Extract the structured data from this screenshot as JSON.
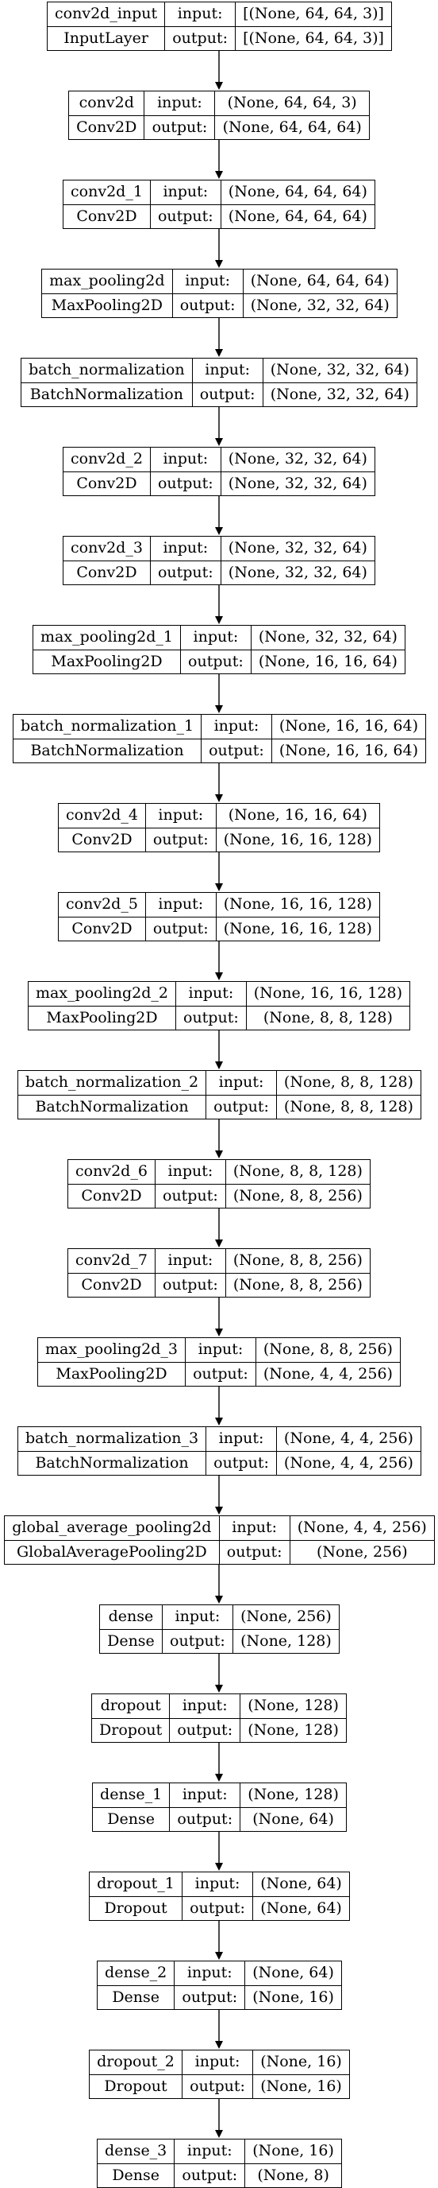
{
  "diagram": {
    "nodes": [
      {
        "name": "conv2d_input",
        "type": "InputLayer",
        "input": "[(None, 64, 64, 3)]",
        "output": "[(None, 64, 64, 3)]"
      },
      {
        "name": "conv2d",
        "type": "Conv2D",
        "input": "(None, 64, 64, 3)",
        "output": "(None, 64, 64, 64)"
      },
      {
        "name": "conv2d_1",
        "type": "Conv2D",
        "input": "(None, 64, 64, 64)",
        "output": "(None, 64, 64, 64)"
      },
      {
        "name": "max_pooling2d",
        "type": "MaxPooling2D",
        "input": "(None, 64, 64, 64)",
        "output": "(None, 32, 32, 64)"
      },
      {
        "name": "batch_normalization",
        "type": "BatchNormalization",
        "input": "(None, 32, 32, 64)",
        "output": "(None, 32, 32, 64)"
      },
      {
        "name": "conv2d_2",
        "type": "Conv2D",
        "input": "(None, 32, 32, 64)",
        "output": "(None, 32, 32, 64)"
      },
      {
        "name": "conv2d_3",
        "type": "Conv2D",
        "input": "(None, 32, 32, 64)",
        "output": "(None, 32, 32, 64)"
      },
      {
        "name": "max_pooling2d_1",
        "type": "MaxPooling2D",
        "input": "(None, 32, 32, 64)",
        "output": "(None, 16, 16, 64)"
      },
      {
        "name": "batch_normalization_1",
        "type": "BatchNormalization",
        "input": "(None, 16, 16, 64)",
        "output": "(None, 16, 16, 64)"
      },
      {
        "name": "conv2d_4",
        "type": "Conv2D",
        "input": "(None, 16, 16, 64)",
        "output": "(None, 16, 16, 128)"
      },
      {
        "name": "conv2d_5",
        "type": "Conv2D",
        "input": "(None, 16, 16, 128)",
        "output": "(None, 16, 16, 128)"
      },
      {
        "name": "max_pooling2d_2",
        "type": "MaxPooling2D",
        "input": "(None, 16, 16, 128)",
        "output": "(None, 8, 8, 128)"
      },
      {
        "name": "batch_normalization_2",
        "type": "BatchNormalization",
        "input": "(None, 8, 8, 128)",
        "output": "(None, 8, 8, 128)"
      },
      {
        "name": "conv2d_6",
        "type": "Conv2D",
        "input": "(None, 8, 8, 128)",
        "output": "(None, 8, 8, 256)"
      },
      {
        "name": "conv2d_7",
        "type": "Conv2D",
        "input": "(None, 8, 8, 256)",
        "output": "(None, 8, 8, 256)"
      },
      {
        "name": "max_pooling2d_3",
        "type": "MaxPooling2D",
        "input": "(None, 8, 8, 256)",
        "output": "(None, 4, 4, 256)"
      },
      {
        "name": "batch_normalization_3",
        "type": "BatchNormalization",
        "input": "(None, 4, 4, 256)",
        "output": "(None, 4, 4, 256)"
      },
      {
        "name": "global_average_pooling2d",
        "type": "GlobalAveragePooling2D",
        "input": "(None, 4, 4, 256)",
        "output": "(None, 256)"
      },
      {
        "name": "dense",
        "type": "Dense",
        "input": "(None, 256)",
        "output": "(None, 128)"
      },
      {
        "name": "dropout",
        "type": "Dropout",
        "input": "(None, 128)",
        "output": "(None, 128)"
      },
      {
        "name": "dense_1",
        "type": "Dense",
        "input": "(None, 128)",
        "output": "(None, 64)"
      },
      {
        "name": "dropout_1",
        "type": "Dropout",
        "input": "(None, 64)",
        "output": "(None, 64)"
      },
      {
        "name": "dense_2",
        "type": "Dense",
        "input": "(None, 64)",
        "output": "(None, 16)"
      },
      {
        "name": "dropout_2",
        "type": "Dropout",
        "input": "(None, 16)",
        "output": "(None, 16)"
      },
      {
        "name": "dense_3",
        "type": "Dense",
        "input": "(None, 16)",
        "output": "(None, 8)"
      }
    ],
    "port_labels": {
      "input": "input:",
      "output": "output:"
    }
  }
}
